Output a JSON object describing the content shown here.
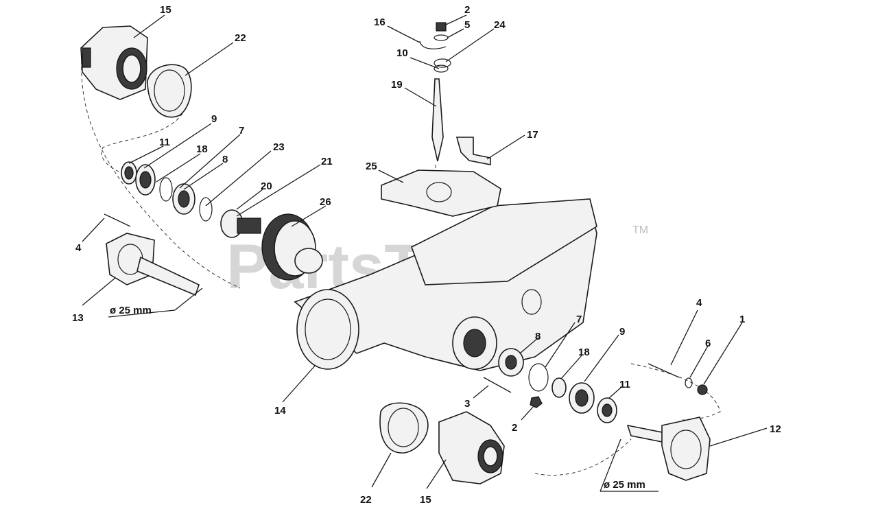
{
  "watermark": {
    "text": "PartsTree",
    "trademark": "TM"
  },
  "dimension_labels": [
    "ø 25 mm",
    "ø 25 mm"
  ],
  "callouts": [
    "15",
    "22",
    "2",
    "16",
    "5",
    "24",
    "10",
    "19",
    "17",
    "25",
    "9",
    "11",
    "18",
    "7",
    "8",
    "23",
    "21",
    "20",
    "26",
    "4",
    "13",
    "14",
    "8",
    "7",
    "9",
    "18",
    "11",
    "4",
    "6",
    "1",
    "3",
    "2",
    "12",
    "22",
    "15"
  ]
}
